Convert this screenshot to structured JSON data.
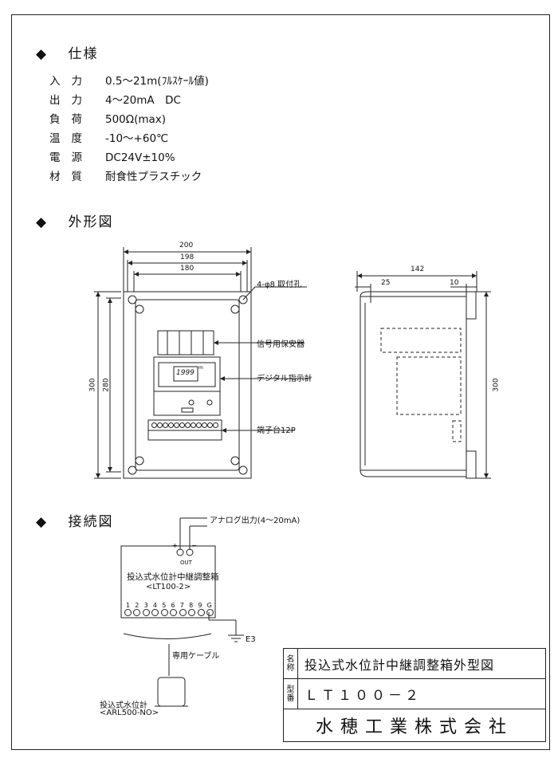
{
  "sections": {
    "spec_title": "仕様",
    "outline_title": "外形図",
    "wiring_title": "接続図",
    "bullet": "◆"
  },
  "specs": [
    {
      "key": "入力",
      "value": "0.5～21m(ﾌﾙｽｹｰﾙ値)"
    },
    {
      "key": "出力",
      "value": "4～20mA　DC"
    },
    {
      "key": "負荷",
      "value": "500Ω(max)"
    },
    {
      "key": "温度",
      "value": "-10～+60℃"
    },
    {
      "key": "電源",
      "value": "DC24V±10%"
    },
    {
      "key": "材質",
      "value": "耐食性プラスチック"
    }
  ],
  "outline": {
    "dim_200": "200",
    "dim_198": "198",
    "dim_180": "180",
    "dim_300_front": "300",
    "dim_280": "280",
    "dim_142": "142",
    "dim_25": "25",
    "dim_10": "10",
    "dim_300_side": "300",
    "mount_hole": "4-φ8 取付孔",
    "surge_protector": "信号用保安器",
    "digital_meter": "デジタル指示計",
    "terminal_block": "端子台12P",
    "meter_display": "1999",
    "meter_unit": "m"
  },
  "wiring": {
    "analog_output": "アナログ出力(4～20mA)",
    "plus": "+",
    "minus": "−",
    "out": "OUT",
    "box_name": "投込式水位計中継調整箱",
    "box_model": "<LT100-2>",
    "terminals": [
      "1",
      "2",
      "3",
      "4",
      "5",
      "6",
      "7",
      "8",
      "9",
      "G"
    ],
    "earth": "E3",
    "cable": "専用ケーブル",
    "sensor_name": "投込式水位計",
    "sensor_model": "<ARL500-NO>"
  },
  "titleblock": {
    "name_label": [
      "名",
      "称"
    ],
    "name_value": "投込式水位計中継調整箱外型図",
    "model_label": [
      "型",
      "番"
    ],
    "model_value": "ＬＴ１００－２",
    "company": "水穂工業株式会社"
  }
}
